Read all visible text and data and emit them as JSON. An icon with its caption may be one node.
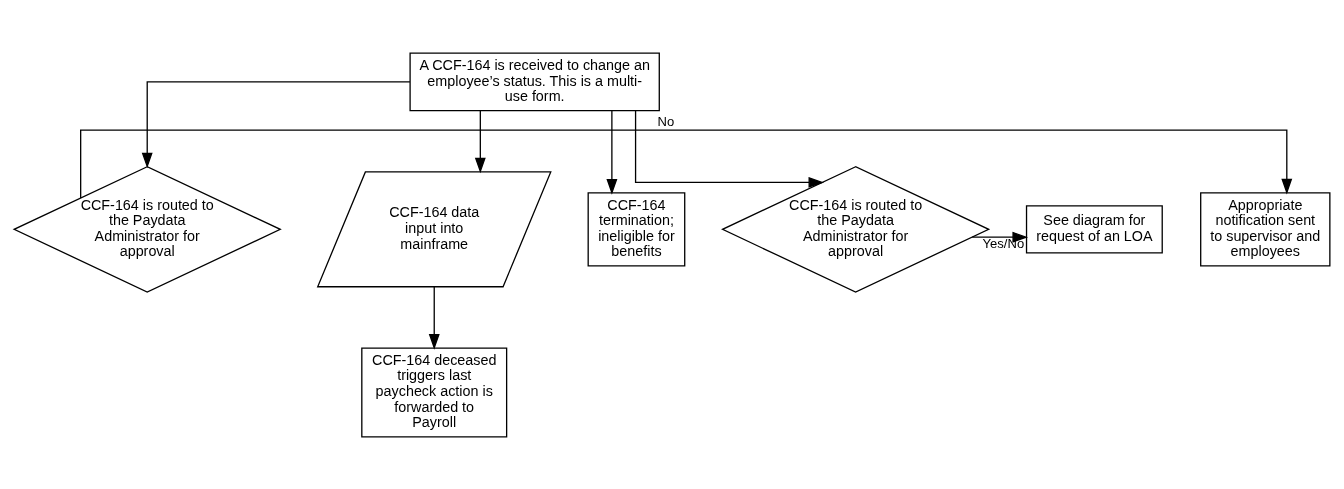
{
  "diagram": {
    "nodes": [
      {
        "text": [
          "A CCF-164 is received to change an employee’s status. This is a multi-use form."
        ]
      },
      {
        "text": [
          "CCF-164 is routed to the Paydata Administrator for approval"
        ]
      },
      {
        "text": [
          "Appropriate notification sent to supervisor and employees"
        ]
      },
      {
        "text": [
          "CCF-164 data input into mainframe"
        ]
      },
      {
        "text": [
          "CCF-164 termination; ineligible for benefits"
        ]
      },
      {
        "text": [
          "CCF-164 is routed to the Paydata Administrator for approval"
        ]
      },
      {
        "text": [
          "See diagram for request of an LOA"
        ]
      },
      {
        "text": [
          "CCF-164 deceased triggers last paycheck action is forwarded to Payroll"
        ]
      }
    ],
    "edges": [
      {
        "from": 0,
        "to": 1,
        "arrow": "to"
      },
      {
        "from": 1,
        "to": 2,
        "arrow": "to",
        "label": "No"
      },
      {
        "from": 0,
        "to": 3,
        "arrow": "to"
      },
      {
        "from": 0,
        "to": 4,
        "arrow": "to"
      },
      {
        "from": 0,
        "to": 5,
        "arrow": "to"
      },
      {
        "from": 5,
        "to": 6,
        "arrow": "to",
        "label": "Yes/No"
      },
      {
        "from": 3,
        "to": 7,
        "arrow": "to"
      }
    ]
  }
}
